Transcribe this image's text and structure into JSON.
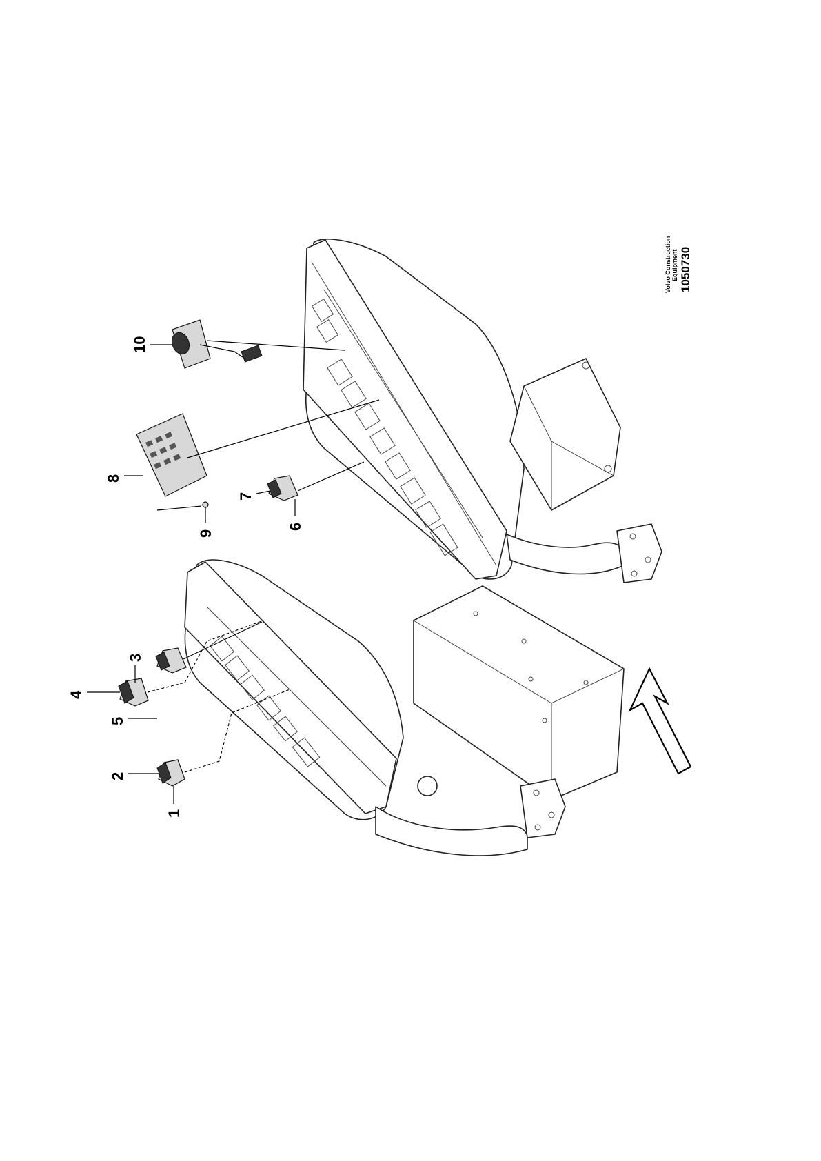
{
  "callouts": {
    "c1": "1",
    "c2": "2",
    "c3": "3",
    "c4": "4",
    "c5": "5",
    "c6": "6",
    "c7": "7",
    "c8": "8",
    "c9": "9",
    "c10": "10"
  },
  "credit": {
    "line1": "Volvo Construction",
    "line2": "Equipment",
    "number": "1050730"
  },
  "colors": {
    "ink": "#000000",
    "paper": "#ffffff",
    "part_fill": "#d8d8d8"
  },
  "icons": {
    "direction_arrow": "direction-arrow-icon"
  }
}
